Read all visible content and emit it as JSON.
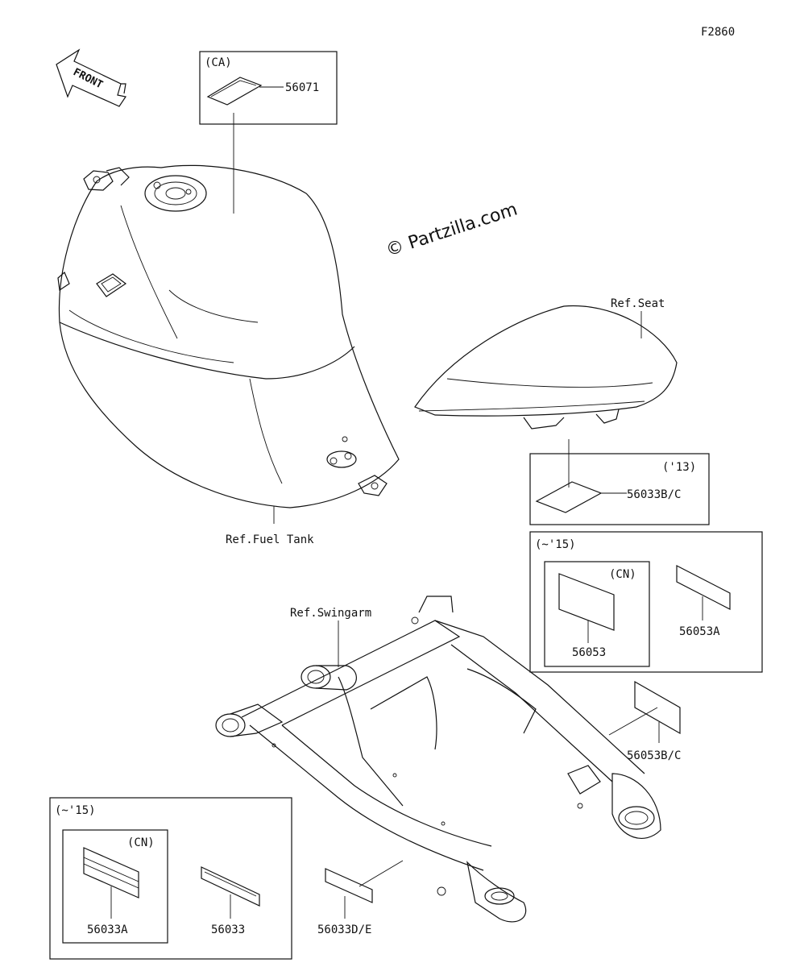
{
  "figure_code": "F2860",
  "watermark": "© Partzilla.com",
  "front_label": "FRONT",
  "references": {
    "fuel_tank": "Ref.Fuel Tank",
    "seat": "Ref.Seat",
    "swingarm": "Ref.Swingarm"
  },
  "boxes": {
    "ca": {
      "qualifier": "(CA)",
      "part": "56071"
    },
    "y13": {
      "qualifier": "('13)",
      "part": "56033B/C"
    },
    "upto15_right": {
      "qualifier": "(~'15)",
      "cn_qualifier": "(CN)",
      "parts": [
        "56053",
        "56053A"
      ]
    },
    "upto15_left": {
      "qualifier": "(~'15)",
      "cn_qualifier": "(CN)",
      "parts": [
        "56033A",
        "56033"
      ]
    }
  },
  "loose_parts": [
    "56053B/C",
    "56033D/E"
  ]
}
